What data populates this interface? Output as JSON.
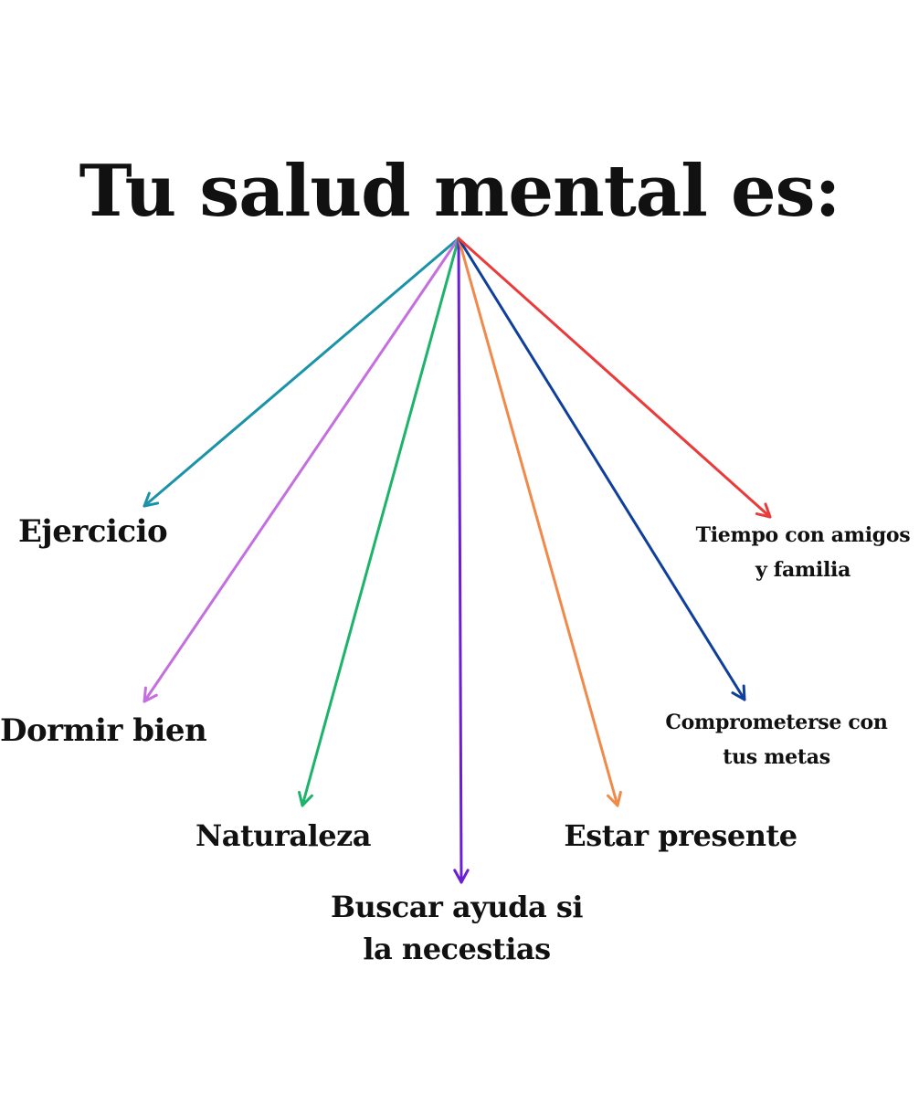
{
  "title": "Tu salud mental es:",
  "branches": [
    {
      "id": "ejercicio",
      "label": "Ejercicio",
      "color": "#1a93a8"
    },
    {
      "id": "dormir",
      "label": "Dormir bien",
      "color": "#c46ee0"
    },
    {
      "id": "naturaleza",
      "label": "Naturaleza",
      "color": "#1db36b"
    },
    {
      "id": "buscar",
      "label": "Buscar ayuda si\nla necestias",
      "color": "#6a1fd6"
    },
    {
      "id": "estar",
      "label": "Estar presente",
      "color": "#f08a4b"
    },
    {
      "id": "comprometer",
      "label": "Comprometerse con\ntus metas",
      "color": "#0f3f9c"
    },
    {
      "id": "tiempo",
      "label": "Tiempo con amigos\ny familia",
      "color": "#ea3a3a"
    }
  ]
}
